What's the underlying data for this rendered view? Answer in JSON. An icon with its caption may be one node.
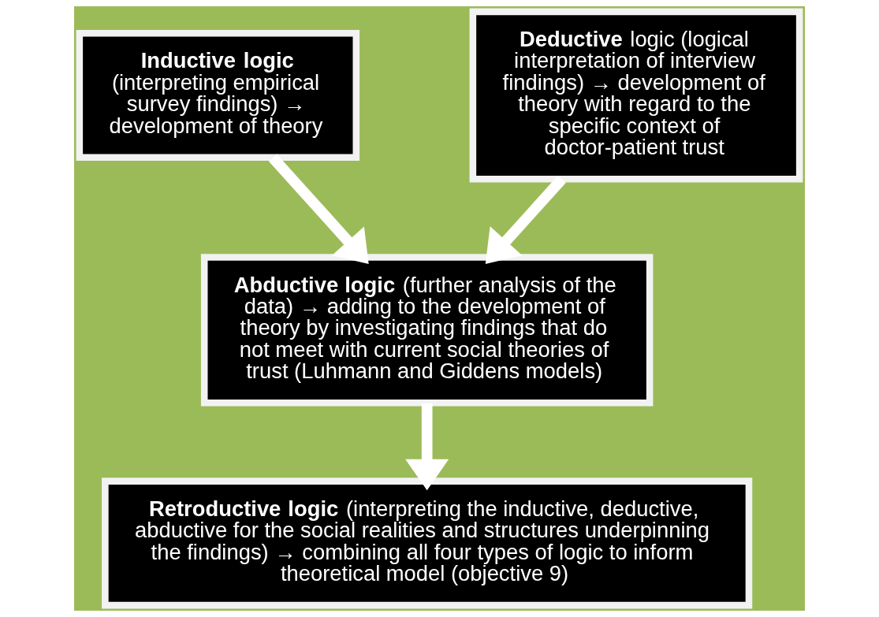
{
  "diagram": {
    "nodes": [
      {
        "text": [
          "**Inductive logic** (interpreting empirical survey findings) → development of theory"
        ]
      },
      {
        "text": [
          "**Deductive** logic (logical interpretation of interview findings) → development of theory with regard to the specific context of doctor-patient trust"
        ]
      },
      {
        "text": [
          "**Abductive logic** (further analysis of the data) → adding to the development of theory by investigating findings that do not meet with current social theories of trust (Luhmann and Giddens models)"
        ]
      },
      {
        "text": [
          "**Retroductive logic** (interpreting the inductive, deductive, abductive for the social realities and structures underpinning the findings) → combining all four types of logic to inform theoretical model (objective 9)"
        ]
      }
    ],
    "edges": [
      {
        "from": 0,
        "to": 2,
        "arrow": "to"
      },
      {
        "from": 1,
        "to": 2,
        "arrow": "to"
      },
      {
        "from": 2,
        "to": 3,
        "arrow": "to"
      }
    ]
  }
}
